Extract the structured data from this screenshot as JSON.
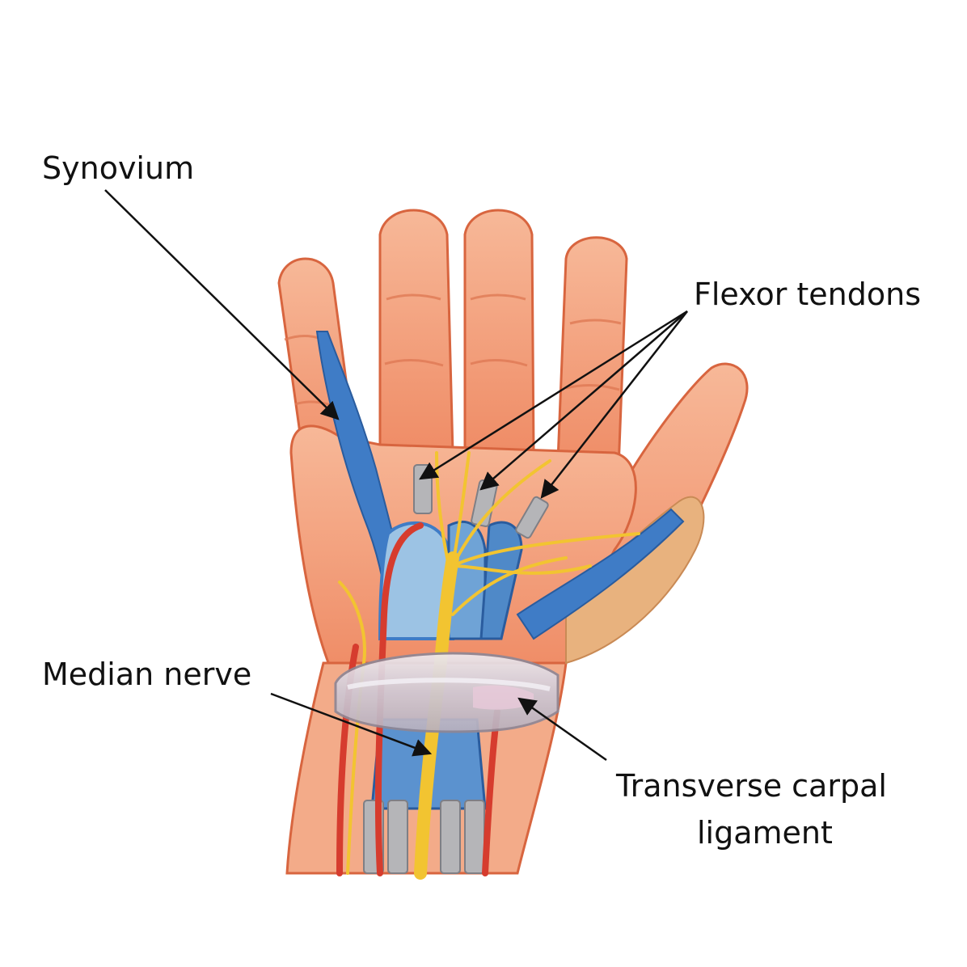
{
  "labels": {
    "synovium": "Synovium",
    "flexor_tendons": "Flexor tendons",
    "median_nerve": "Median nerve",
    "transverse_line1": "Transverse carpal",
    "transverse_line2": "ligament"
  },
  "colors": {
    "skin": "#f4a27c",
    "skin_dark": "#de6d4a",
    "synovium": "#3f7cc6",
    "synovium_light": "#9cc3e4",
    "tendon": "#a9a9ad",
    "nerve": "#f2c431",
    "artery": "#d63c2e",
    "ligament": "#d9d4dc",
    "thumb_tissue": "#e6b17c"
  }
}
